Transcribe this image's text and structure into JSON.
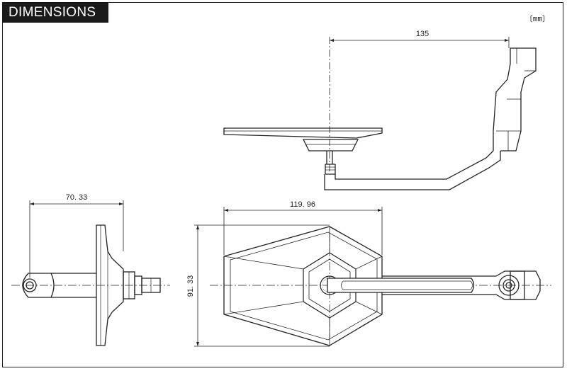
{
  "title": "DIMENSIONS",
  "unit": "〔mm〕",
  "dimensions": {
    "top_view_length": "135",
    "side_view_depth": "70. 33",
    "front_view_width": "119. 96",
    "front_view_height": "91. 33"
  }
}
